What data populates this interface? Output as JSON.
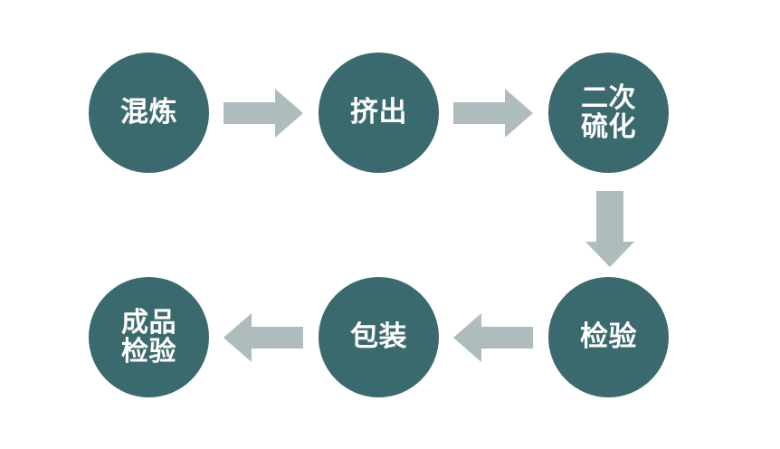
{
  "diagram": {
    "title": "Rubber product manufacturing process flow",
    "type": "process-flowchart",
    "background_color": "#FFFFFF",
    "node_color": "#3B6A6E",
    "node_text_color": "#FFFFFF",
    "arrow_color": "#AFBCBD",
    "nodes": [
      {
        "id": "mixing",
        "label": "混炼",
        "lines": 1,
        "row": "top",
        "order": 1
      },
      {
        "id": "extrusion",
        "label": "挤出",
        "lines": 1,
        "row": "top",
        "order": 2
      },
      {
        "id": "vulcanize",
        "label": "二次\n硫化",
        "lines": 2,
        "row": "top",
        "order": 3
      },
      {
        "id": "inspection",
        "label": "检验",
        "lines": 1,
        "row": "bottom",
        "order": 4
      },
      {
        "id": "packaging",
        "label": "包装",
        "lines": 1,
        "row": "bottom",
        "order": 5
      },
      {
        "id": "final-insp",
        "label": "成品\n检验",
        "lines": 2,
        "row": "bottom",
        "order": 6
      }
    ],
    "arrows": [
      {
        "id": "mixing-extrusion",
        "from": "mixing",
        "to": "extrusion",
        "direction": "right"
      },
      {
        "id": "extrusion-vulcanize",
        "from": "extrusion",
        "to": "vulcanize",
        "direction": "right"
      },
      {
        "id": "vulcanize-inspection",
        "from": "vulcanize",
        "to": "inspection",
        "direction": "down"
      },
      {
        "id": "inspection-packaging",
        "from": "inspection",
        "to": "packaging",
        "direction": "left"
      },
      {
        "id": "packaging-final",
        "from": "packaging",
        "to": "final-insp",
        "direction": "left"
      }
    ]
  }
}
